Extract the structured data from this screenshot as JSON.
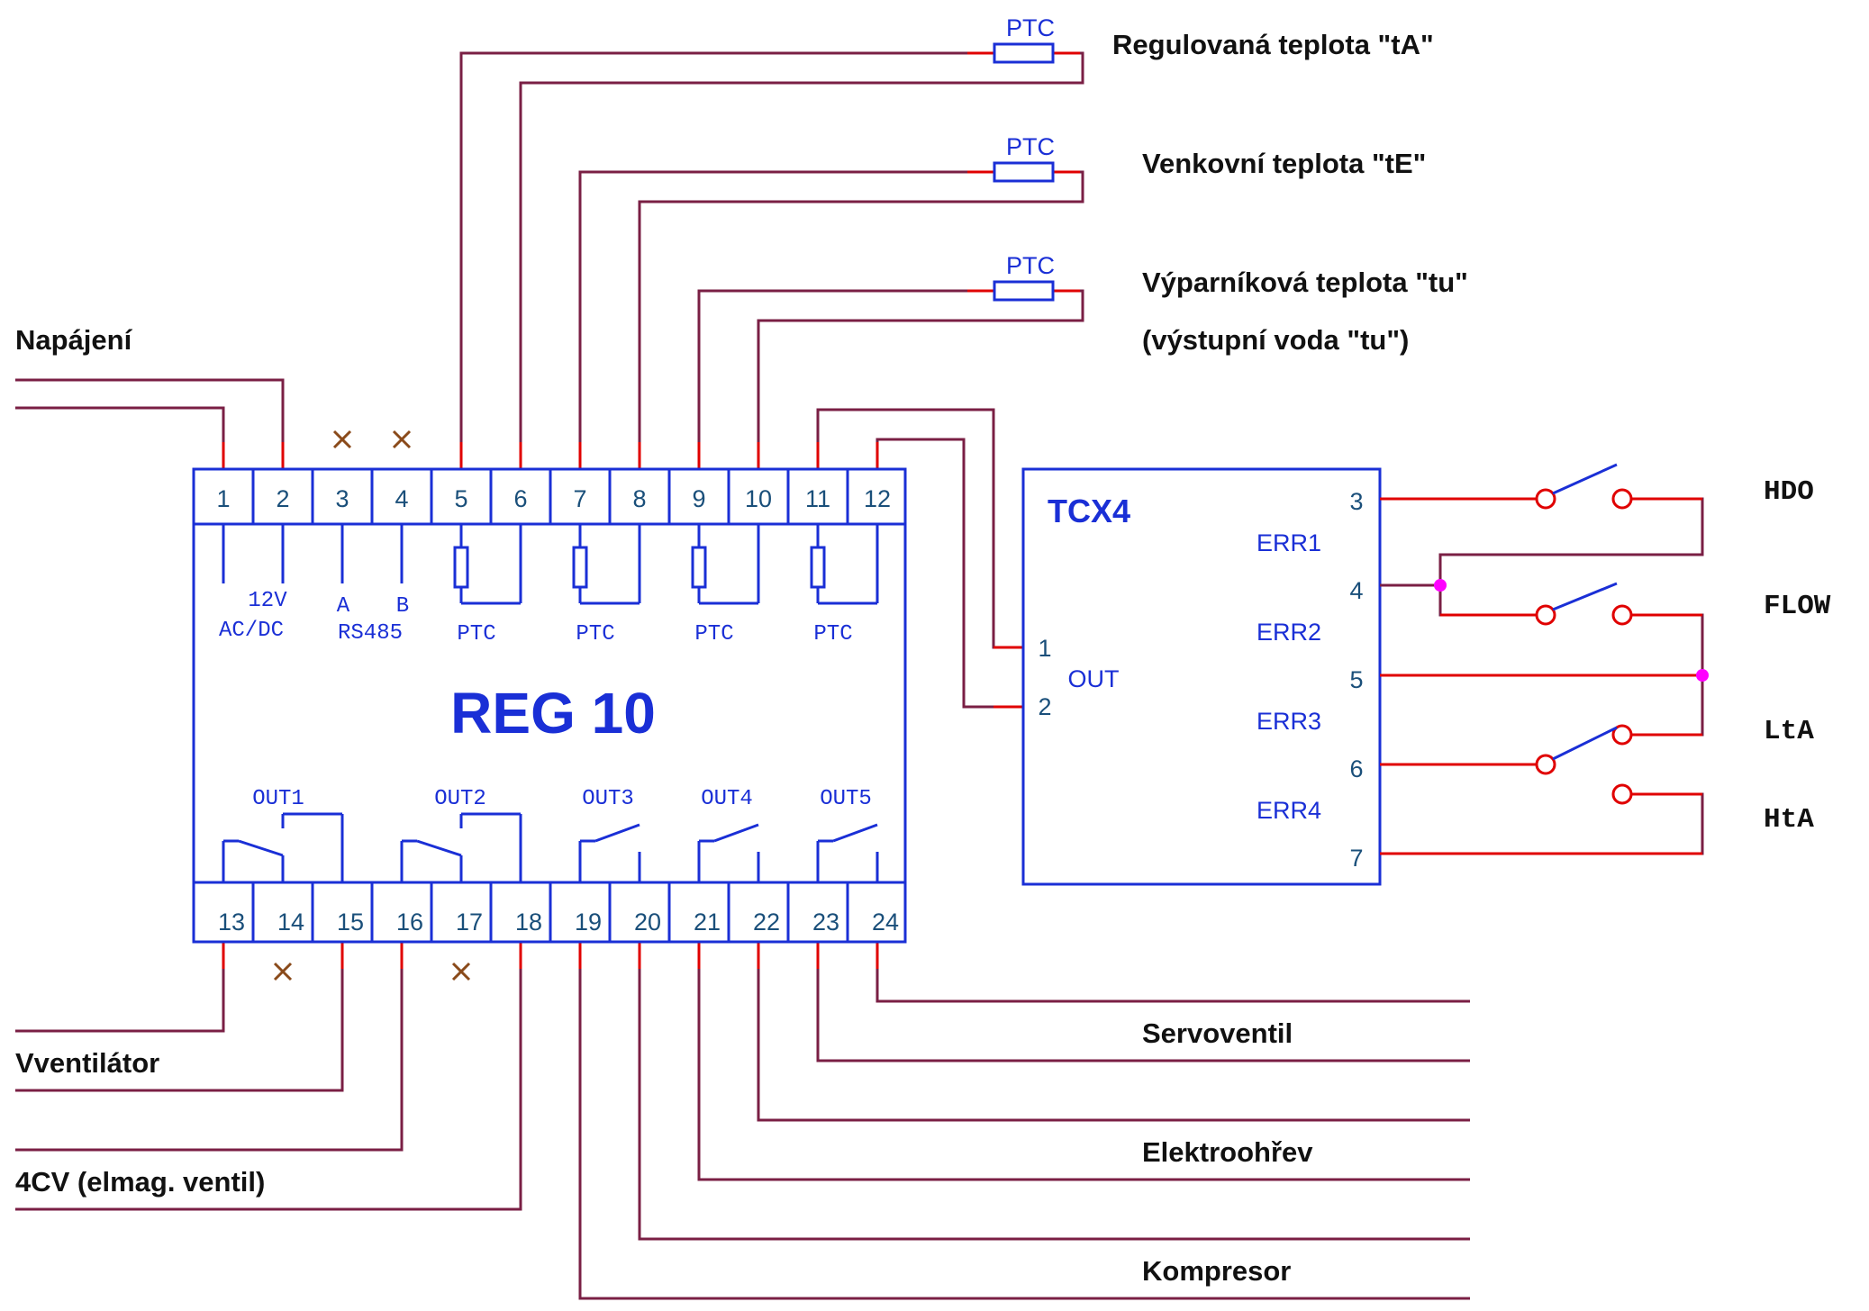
{
  "reg10": {
    "title": "REG 10",
    "top_pins": [
      "1",
      "2",
      "3",
      "4",
      "5",
      "6",
      "7",
      "8",
      "9",
      "10",
      "11",
      "12"
    ],
    "bottom_pins": [
      "13",
      "14",
      "15",
      "16",
      "17",
      "18",
      "19",
      "20",
      "21",
      "22",
      "23",
      "24"
    ],
    "supply_label_1": "12V",
    "supply_label_2": "AC/DC",
    "rs485_a": "A",
    "rs485_b": "B",
    "rs485_label": "RS485",
    "ptc_label": "PTC",
    "outputs": [
      "OUT1",
      "OUT2",
      "OUT3",
      "OUT4",
      "OUT5"
    ]
  },
  "tcx4": {
    "title": "TCX4",
    "right_pins": [
      "3",
      "4",
      "5",
      "6",
      "7"
    ],
    "left_pins": [
      "1",
      "2"
    ],
    "out_label": "OUT",
    "errors": [
      "ERR1",
      "ERR2",
      "ERR3",
      "ERR4"
    ]
  },
  "sensors": {
    "ptc_label": "PTC",
    "captions": [
      "Regulovaná teplota \"tA\"",
      "Venkovní teplota \"tE\"",
      "Výparníková teplota \"tu\"",
      "(výstupní voda \"tu\")"
    ]
  },
  "left_captions": {
    "napajeni": "Napájení",
    "ventilator": "Vventilátor",
    "fourcv": "4CV (elmag. ventil)"
  },
  "right_captions": {
    "servoventil": "Servoventil",
    "elektroohrev": "Elektroohřev",
    "kompresor": "Kompresor"
  },
  "switch_labels": [
    "HDO",
    "FLOW",
    "LtA",
    "HtA"
  ],
  "colors": {
    "wire": "#7a1f44",
    "stub": "#e00000",
    "block": "#1a2fd6",
    "junction": "#ff00ff"
  }
}
